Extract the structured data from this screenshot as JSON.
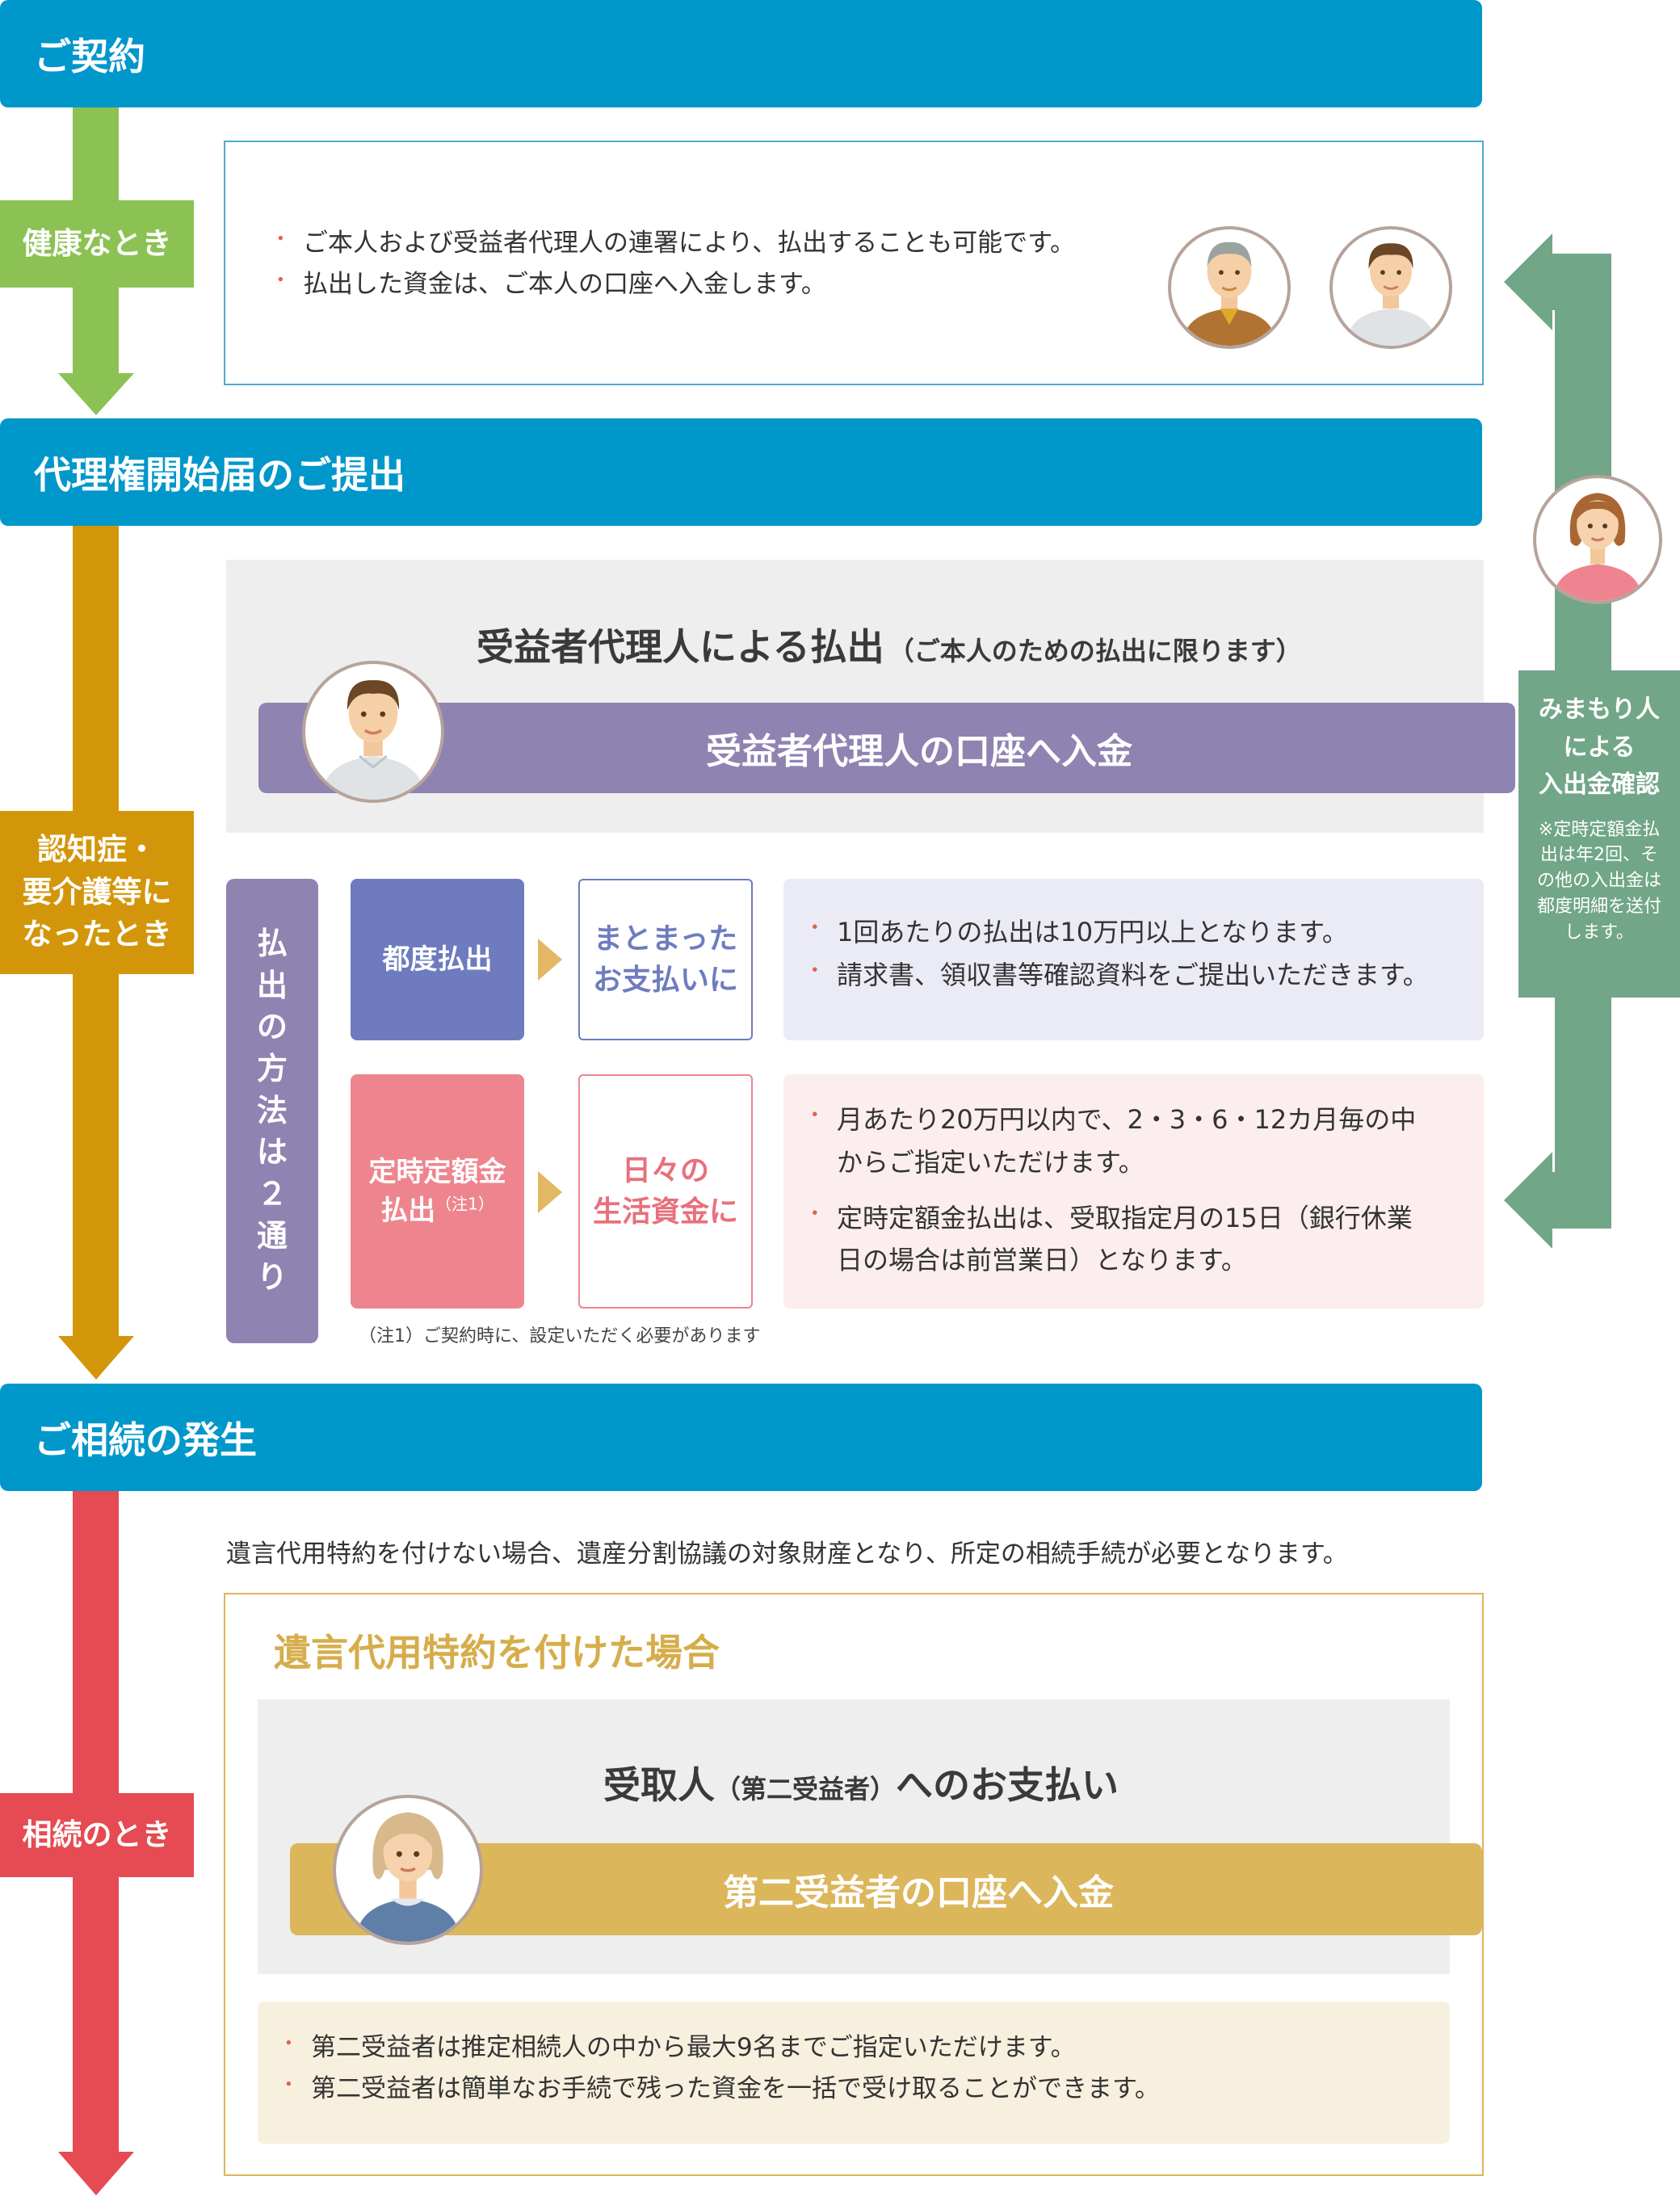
{
  "stages": {
    "contract": "ご契約",
    "proxy_start": "代理権開始届のご提出",
    "inheritance": "ご相続の発生"
  },
  "arrow_labels": {
    "healthy": "健康なとき",
    "dementia": [
      "認知症・",
      "要介護等に",
      "なったとき"
    ],
    "inheritance": "相続のとき"
  },
  "healthy_card": {
    "bullets": [
      "ご本人および受益者代理人の連署により、払出することも可能です。",
      "払出した資金は、ご本人の口座へ入金します。"
    ]
  },
  "proxy_card": {
    "heading_main": "受益者代理人による払出",
    "heading_sub": "（ご本人のための払出に限ります）",
    "deposit": "受益者代理人の口座へ入金"
  },
  "methods": {
    "vertical_label": [
      "払",
      "出",
      "の",
      "方",
      "法",
      "は",
      "２",
      "通",
      "り"
    ],
    "adhoc": {
      "name": "都度払出",
      "target": [
        "まとまった",
        "お支払いに"
      ],
      "bullets": [
        "1回あたりの払出は10万円以上となります。",
        "請求書、領収書等確認資料をご提出いただきます。"
      ]
    },
    "fixed": {
      "name_line1": "定時定額金",
      "name_line2": "払出",
      "name_note": "（注1）",
      "target": [
        "日々の",
        "生活資金に"
      ],
      "bullets": [
        [
          "月あたり20万円以内で、2・3・6・12カ月毎の中",
          "からご指定いただけます。"
        ],
        [
          "定時定額金払出は、受取指定月の15日（銀行休業",
          "日の場合は前営業日）となります。"
        ]
      ]
    },
    "footnote": "（注1）ご契約時に、設定いただく必要があります"
  },
  "watcher": {
    "title": [
      "みまもり人",
      "による",
      "入出金確認"
    ],
    "note": [
      "※定時定額金払",
      "出は年2回、そ",
      "の他の入出金は",
      "都度明細を送付",
      "します。"
    ]
  },
  "inheritance": {
    "intro": "遺言代用特約を付けない場合、遺産分割協議の対象財産となり、所定の相続手続が必要となります。",
    "box_title": "遺言代用特約を付けた場合",
    "pay_main": "受取人",
    "pay_sub": "（第二受益者）",
    "pay_tail": "へのお支払い",
    "deposit": "第二受益者の口座へ入金",
    "bullets": [
      "第二受益者は推定相続人の中から最大9名までご指定いただけます。",
      "第二受益者は簡単なお手続で残った資金を一括で受け取ることができます。"
    ]
  },
  "colors": {
    "stage_blue": "#0097cb",
    "green": "#8cc153",
    "orange": "#d3960a",
    "red": "#e64a52",
    "teal": "#71a688",
    "purple": "#8f83b2",
    "navy_box": "#6e7cbf",
    "pink_box": "#ee858e",
    "gold": "#dcb65a"
  }
}
